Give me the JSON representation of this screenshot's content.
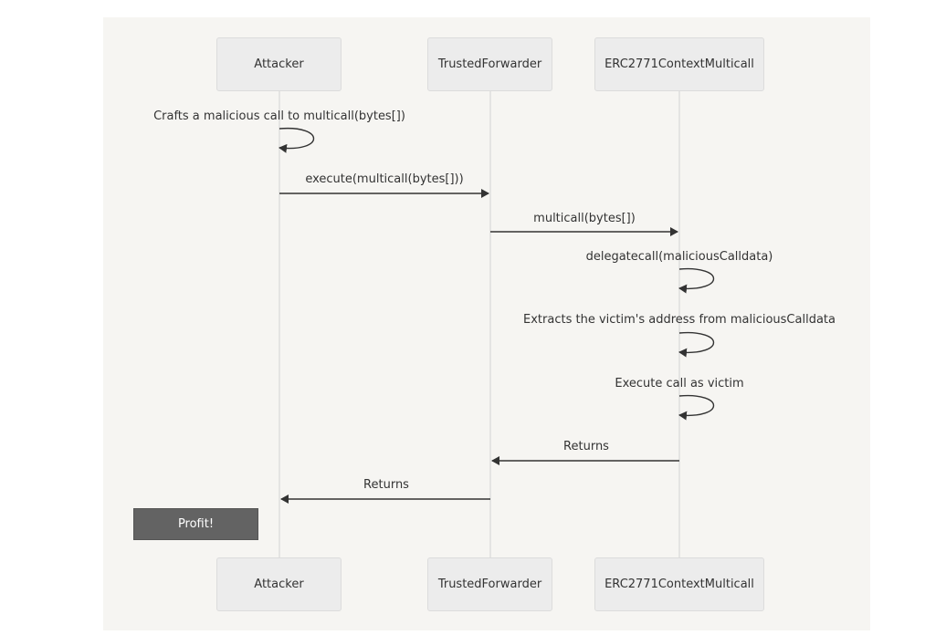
{
  "participants": [
    {
      "id": "attacker",
      "label": "Attacker"
    },
    {
      "id": "forwarder",
      "label": "TrustedForwarder"
    },
    {
      "id": "multicall",
      "label": "ERC2771ContextMulticall"
    }
  ],
  "messages": [
    {
      "from": "Attacker",
      "to": "Attacker",
      "text": "Crafts a malicious call to multicall(bytes[])"
    },
    {
      "from": "Attacker",
      "to": "TrustedForwarder",
      "text": "execute(multicall(bytes[]))"
    },
    {
      "from": "TrustedForwarder",
      "to": "ERC2771ContextMulticall",
      "text": "multicall(bytes[])"
    },
    {
      "from": "ERC2771ContextMulticall",
      "to": "ERC2771ContextMulticall",
      "text": "delegatecall(maliciousCalldata)"
    },
    {
      "from": "ERC2771ContextMulticall",
      "to": "ERC2771ContextMulticall",
      "text": "Extracts the victim's address from maliciousCalldata"
    },
    {
      "from": "ERC2771ContextMulticall",
      "to": "ERC2771ContextMulticall",
      "text": "Execute call as victim"
    },
    {
      "from": "ERC2771ContextMulticall",
      "to": "TrustedForwarder",
      "text": "Returns"
    },
    {
      "from": "TrustedForwarder",
      "to": "Attacker",
      "text": "Returns"
    }
  ],
  "note": {
    "over": "Attacker",
    "text": "Profit!"
  },
  "colors": {
    "line": "#333333",
    "lifeline": "#d9d9d9",
    "actor_bg": "#ececec",
    "note_bg": "#636363",
    "canvas_bg": "#f6f5f2"
  }
}
